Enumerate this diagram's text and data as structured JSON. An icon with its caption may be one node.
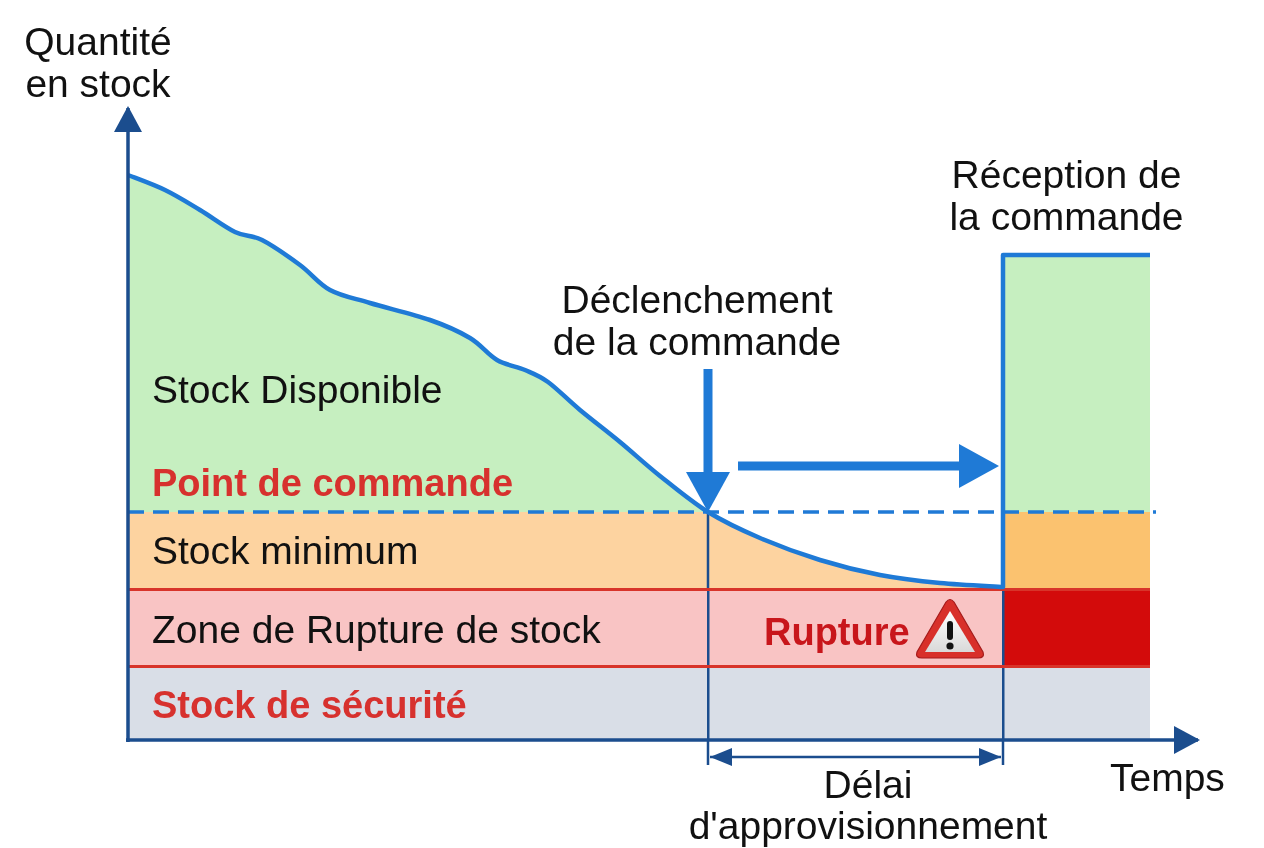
{
  "diagram": {
    "nodes": [
      {
        "text": [
          "Déclenchement de la commande"
        ]
      },
      {
        "text": [
          "Stock minimum"
        ]
      },
      {
        "text": [
          "Zone de Rupture de stock",
          "Rupture"
        ]
      },
      {
        "text": [
          "Stock de sécurité"
        ]
      }
    ],
    "edges": [
      {
        "from": 0,
        "to": 1,
        "arrow": "to"
      }
    ],
    "labels": [
      "Quantité en stock",
      "Réception de la commande",
      "Stock Disponible",
      "Point de commande",
      "Délai d'approvisionnement",
      "Temps"
    ]
  }
}
